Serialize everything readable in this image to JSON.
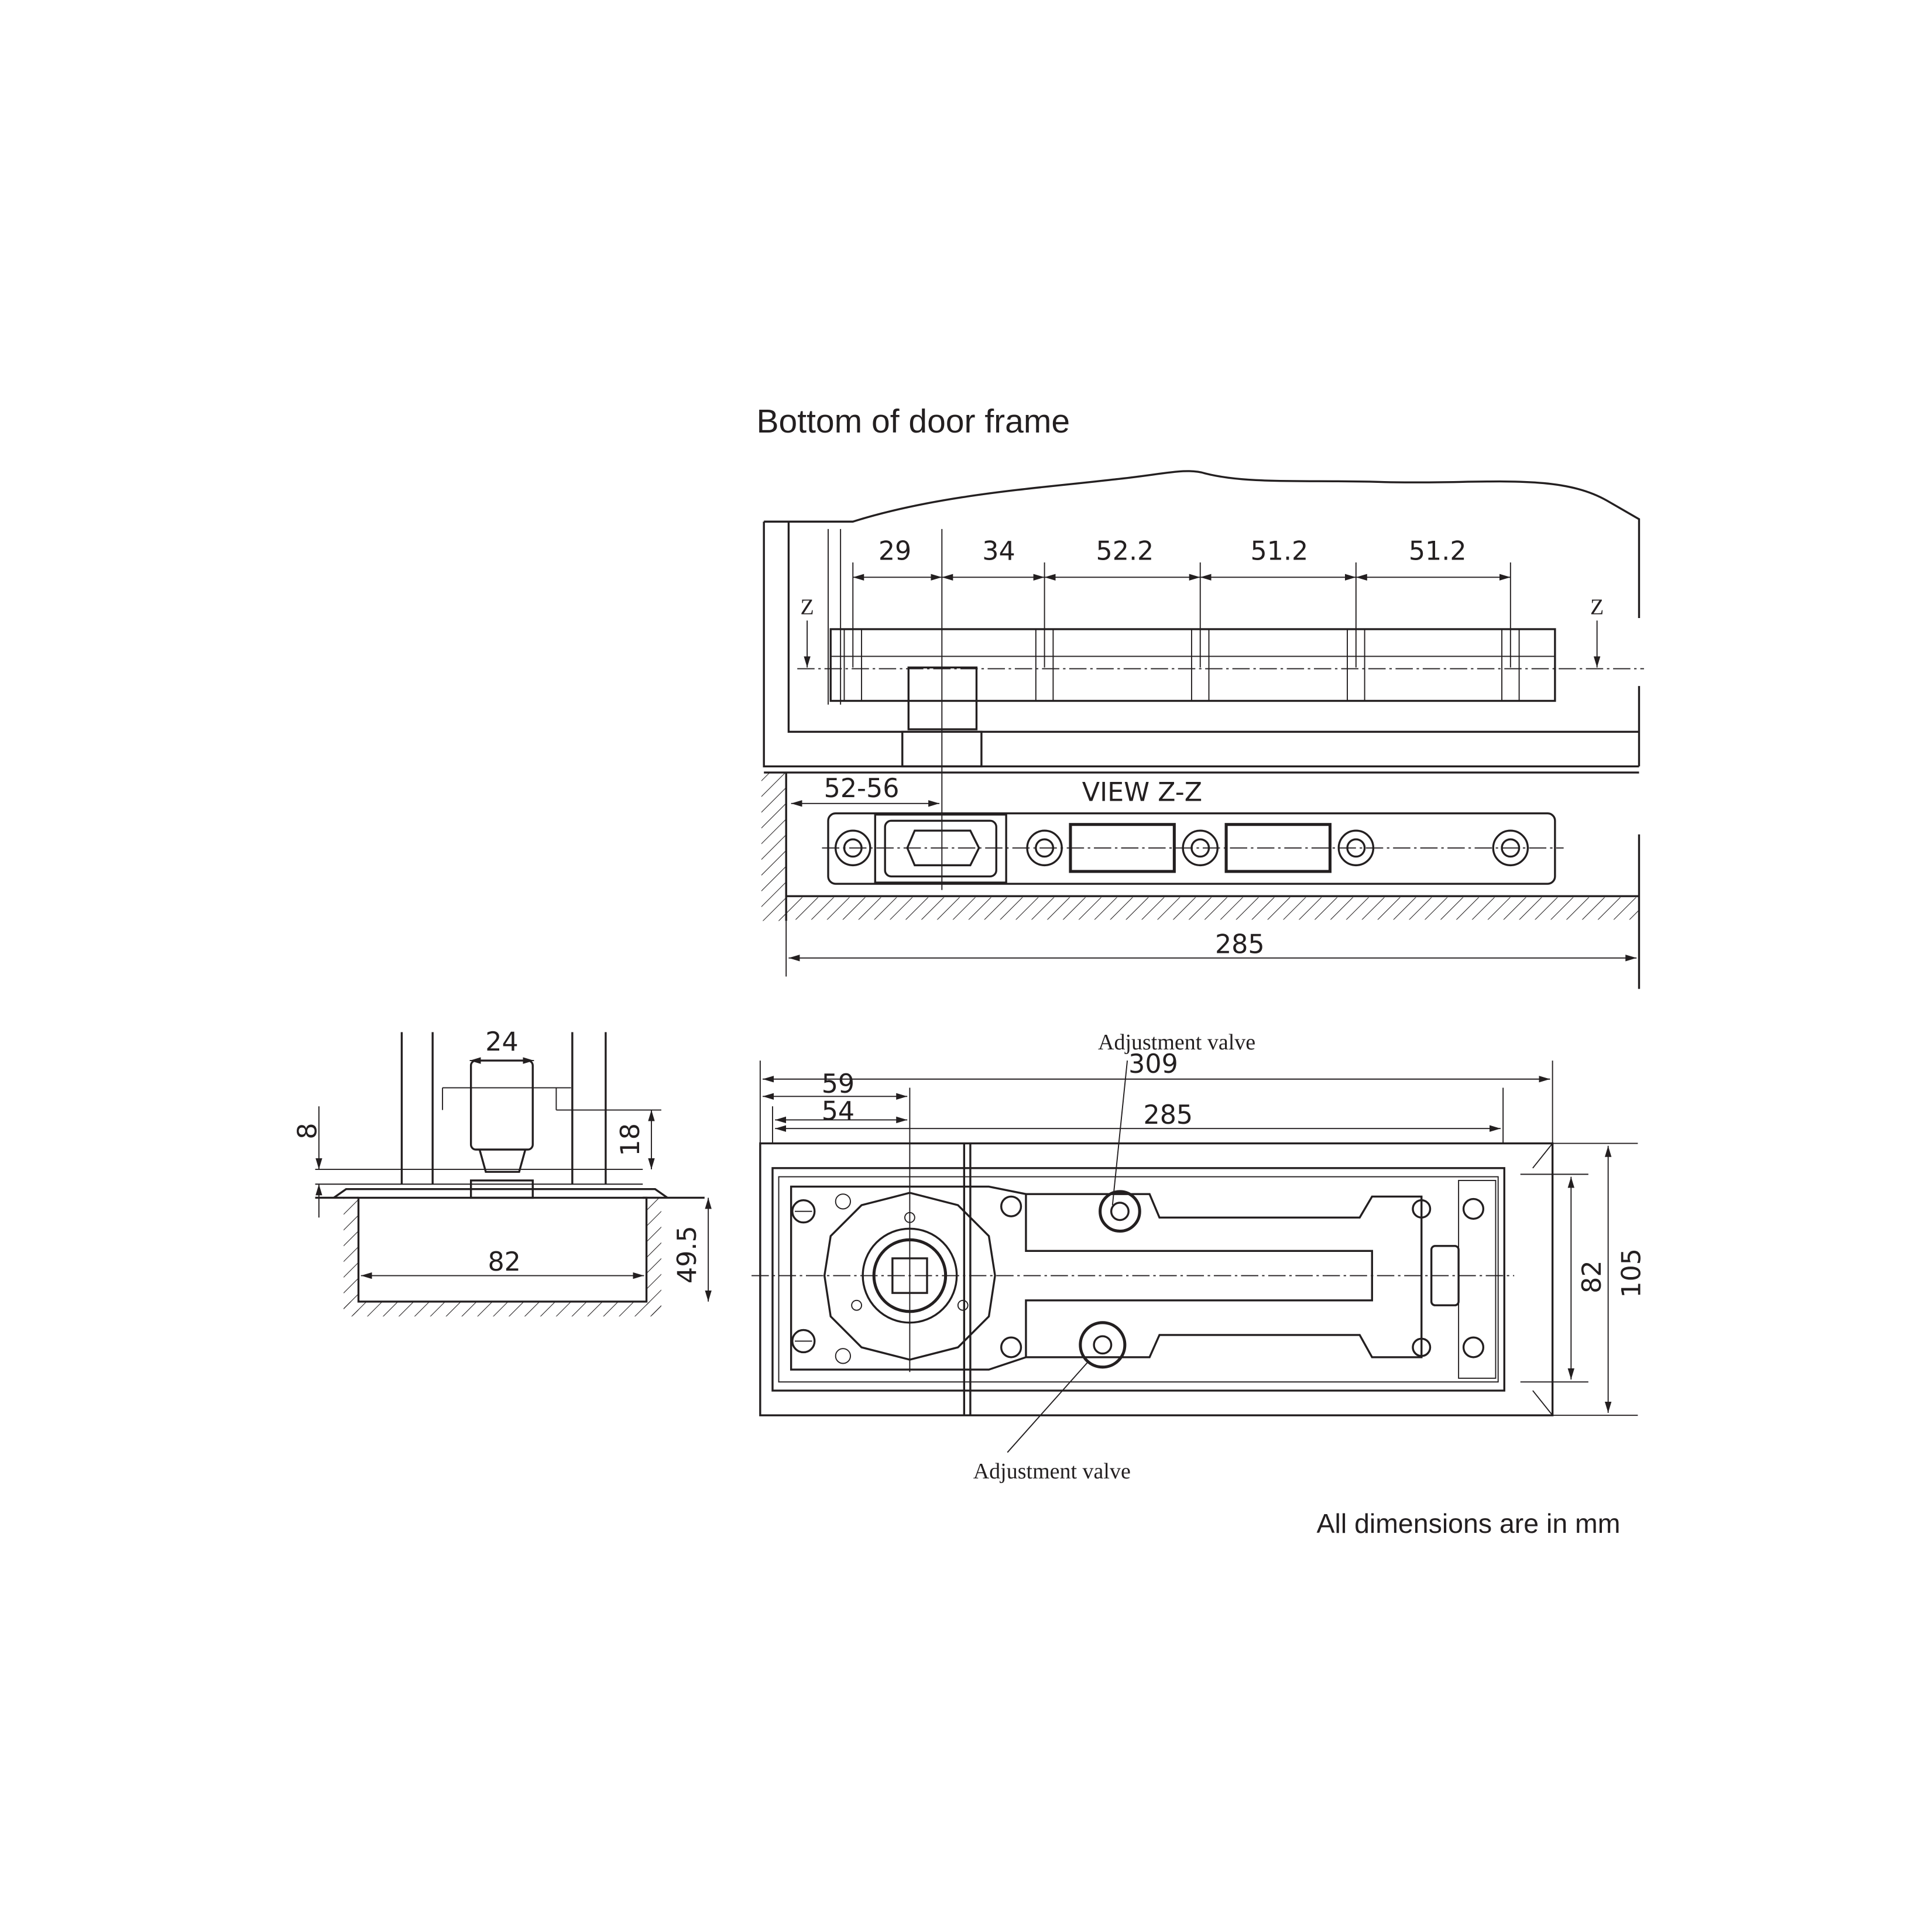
{
  "title": "Bottom of door frame",
  "top_view": {
    "dims": [
      "29",
      "34",
      "52.2",
      "51.2",
      "51.2"
    ],
    "section_marks": [
      "Z",
      "Z"
    ],
    "offset_dim": "52-56",
    "view_label": "VIEW Z-Z",
    "overall_length": "285"
  },
  "side_view": {
    "spindle_width": "24",
    "top_depth": "8",
    "spindle_height": "18",
    "box_width": "82",
    "box_depth": "49.5"
  },
  "plan_view": {
    "valve_label_top": "Adjustment  valve",
    "valve_label_bottom": "Adjustment  valve",
    "total_length": "309",
    "dim_59": "59",
    "dim_54": "54",
    "body_length": "285",
    "inner_width": "82",
    "outer_width": "105"
  },
  "footnote": "All dimensions are in mm"
}
